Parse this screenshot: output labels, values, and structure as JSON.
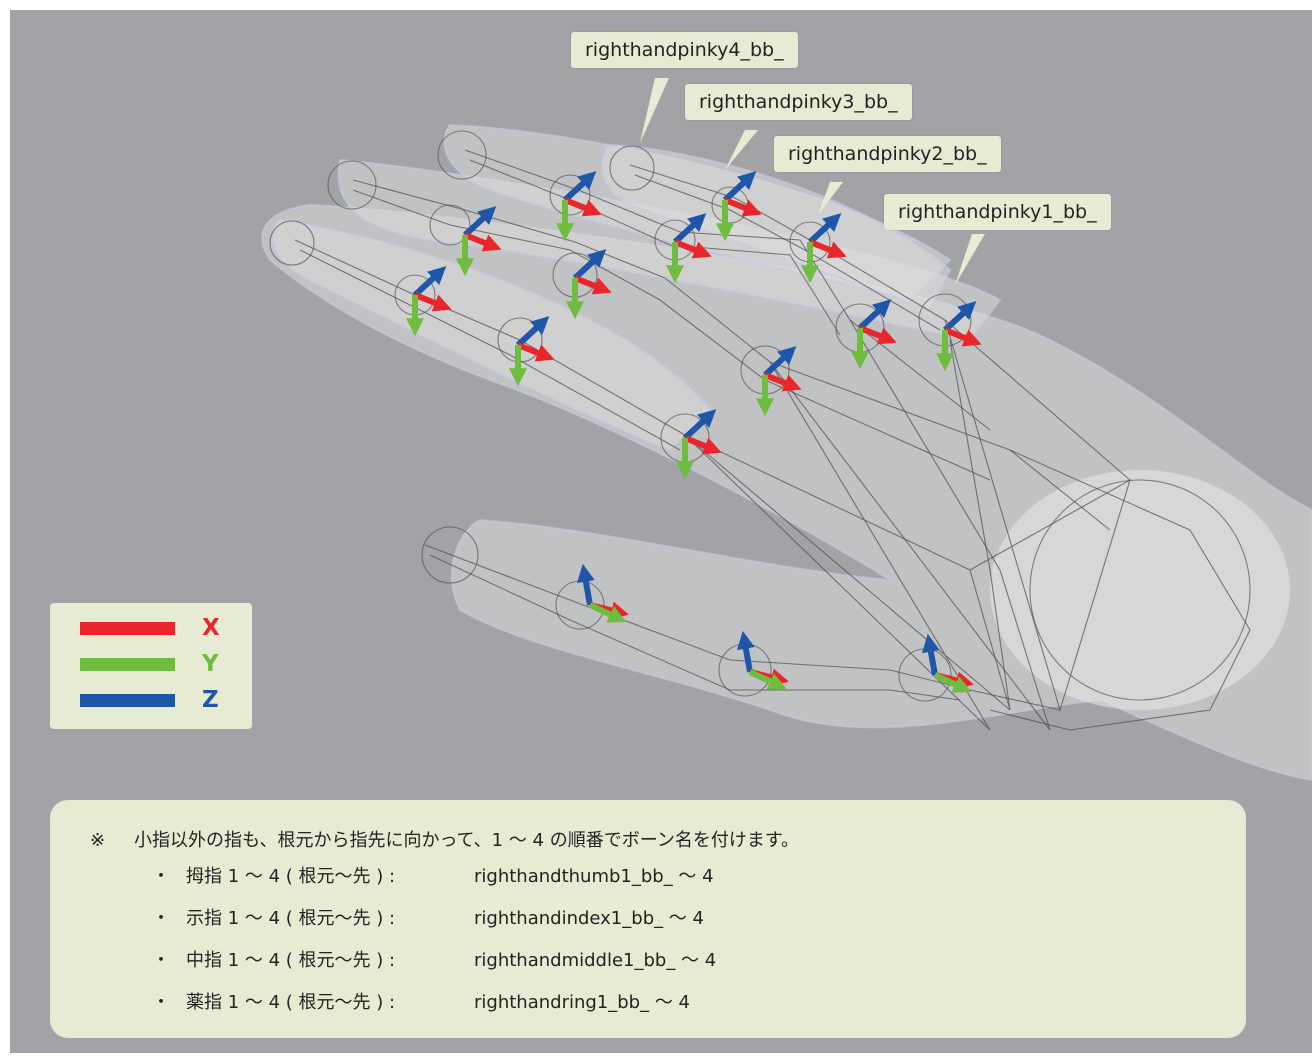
{
  "callouts": [
    {
      "label": "righthandpinky4_bb_"
    },
    {
      "label": "righthandpinky3_bb_"
    },
    {
      "label": "righthandpinky2_bb_"
    },
    {
      "label": "righthandpinky1_bb_"
    }
  ],
  "legend": {
    "items": [
      {
        "label": "X",
        "color": "#e8262b"
      },
      {
        "label": "Y",
        "color": "#6fbd3e"
      },
      {
        "label": "Z",
        "color": "#1f56a8"
      }
    ]
  },
  "note": {
    "mark": "※",
    "text": "小指以外の指も、根元から指先に向かって、1 〜 4 の順番でボーン名を付けます。",
    "bullet": "・",
    "items": [
      {
        "label": "拇指 1 〜 4 ( 根元〜先 ) :",
        "value": "righthandthumb1_bb_ 〜 4"
      },
      {
        "label": "示指 1 〜 4 ( 根元〜先 ) :",
        "value": "righthandindex1_bb_ 〜 4"
      },
      {
        "label": "中指 1 〜 4 ( 根元〜先 ) :",
        "value": "righthandmiddle1_bb_ 〜 4"
      },
      {
        "label": "薬指 1 〜 4 ( 根元〜先 ) :",
        "value": "righthandring1_bb_ 〜 4"
      }
    ]
  },
  "colors": {
    "viewport_bg": "#a1a3a6",
    "panel_bg": "#e8ebd3",
    "axis_x": "#e8262b",
    "axis_y": "#6fbd3e",
    "axis_z": "#1f56a8"
  }
}
